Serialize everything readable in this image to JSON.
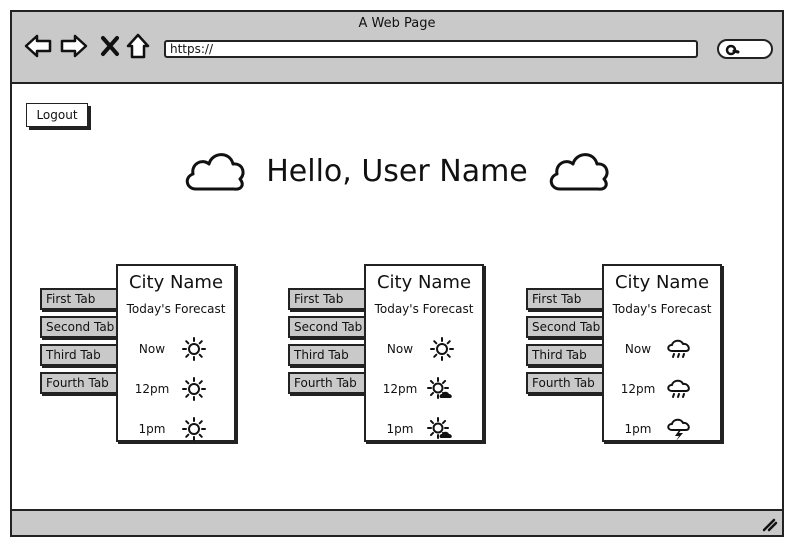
{
  "window": {
    "title": "A Web Page"
  },
  "address_bar": {
    "url": "https://"
  },
  "header": {
    "logout_label": "Logout",
    "greeting": "Hello, User Name"
  },
  "widgets": [
    {
      "tabs": [
        "First Tab",
        "Second Tab",
        "Third Tab",
        "Fourth Tab"
      ],
      "city": "City Name",
      "forecast_label": "Today's Forecast",
      "rows": [
        {
          "time": "Now",
          "icon": "sun-icon"
        },
        {
          "time": "12pm",
          "icon": "sun-icon"
        },
        {
          "time": "1pm",
          "icon": "sun-icon"
        }
      ]
    },
    {
      "tabs": [
        "First Tab",
        "Second Tab",
        "Third Tab",
        "Fourth Tab"
      ],
      "city": "City Name",
      "forecast_label": "Today's Forecast",
      "rows": [
        {
          "time": "Now",
          "icon": "sun-icon"
        },
        {
          "time": "12pm",
          "icon": "partly-cloudy-icon"
        },
        {
          "time": "1pm",
          "icon": "partly-cloudy-icon"
        }
      ]
    },
    {
      "tabs": [
        "First Tab",
        "Second Tab",
        "Third Tab",
        "Fourth Tab"
      ],
      "city": "City Name",
      "forecast_label": "Today's Forecast",
      "rows": [
        {
          "time": "Now",
          "icon": "rain-icon"
        },
        {
          "time": "12pm",
          "icon": "rain-icon"
        },
        {
          "time": "1pm",
          "icon": "thunderstorm-icon"
        }
      ]
    }
  ]
}
